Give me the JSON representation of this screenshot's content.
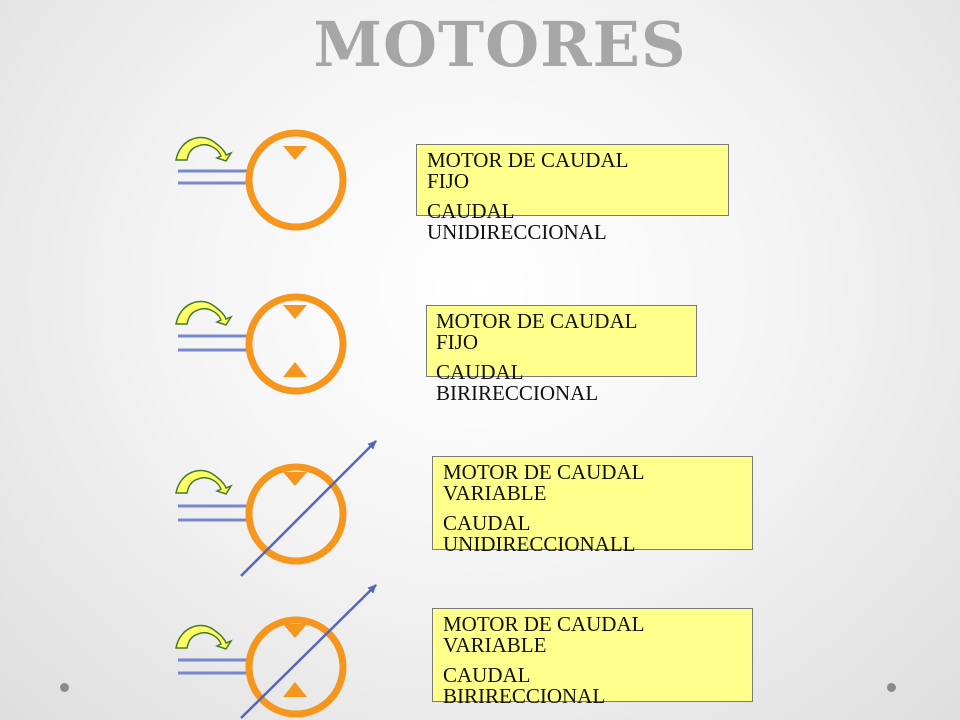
{
  "title": "MOTORES",
  "colors": {
    "circle": "#f5961e",
    "triangle": "#f5961e",
    "lines": "#7788cc",
    "arrow_fill": "#ffff66",
    "arrow_stroke": "#4a7a28",
    "box_fill": "#ffff8c",
    "title": "#a6a6a6"
  },
  "motors": [
    {
      "line1": "MOTOR DE CAUDAL\nFIJO",
      "line2": "CAUDAL\nUNIDIRECCIONAL",
      "variable": false,
      "bidirectional": false
    },
    {
      "line1": "MOTOR DE CAUDAL\nFIJO",
      "line2": "CAUDAL\nBIRIRECCIONAL",
      "variable": false,
      "bidirectional": true
    },
    {
      "line1": "MOTOR DE CAUDAL\nVARIABLE",
      "line2": "CAUDAL\nUNIDIRECCIONALL",
      "variable": true,
      "bidirectional": false
    },
    {
      "line1": "MOTOR DE CAUDAL\nVARIABLE",
      "line2": "CAUDAL\nBIRIRECCIONAL",
      "variable": true,
      "bidirectional": true
    }
  ]
}
